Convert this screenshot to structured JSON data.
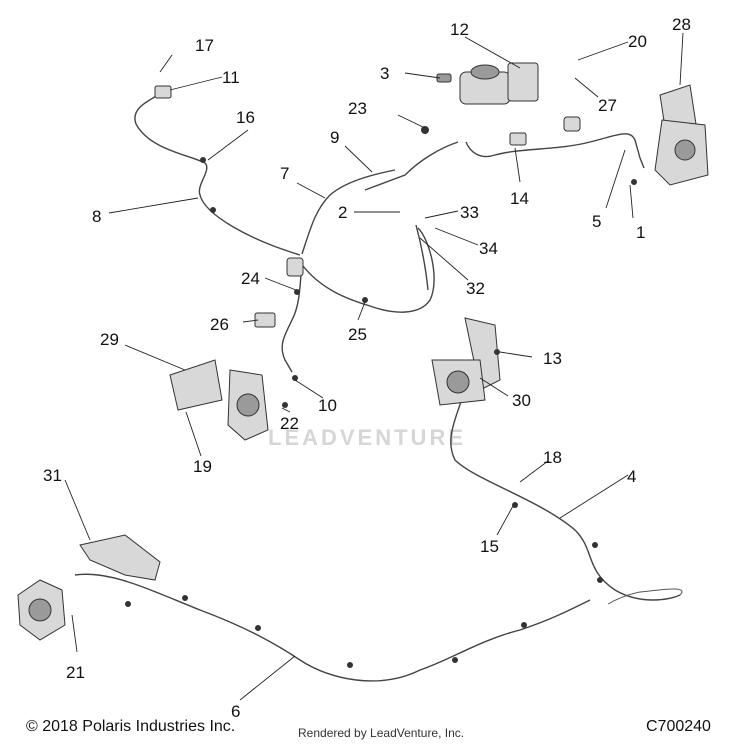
{
  "callouts": [
    "1",
    "2",
    "3",
    "4",
    "5",
    "6",
    "7",
    "8",
    "9",
    "10",
    "11",
    "12",
    "13",
    "14",
    "15",
    "16",
    "17",
    "18",
    "19",
    "20",
    "21",
    "22",
    "23",
    "24",
    "25",
    "26",
    "27",
    "28",
    "29",
    "30",
    "31",
    "32",
    "33",
    "34"
  ],
  "footer": {
    "copyright": "© 2018 Polaris Industries Inc.",
    "rendered_by": "Rendered by LeadVenture, Inc.",
    "figure_code": "C700240"
  },
  "watermark": "LEADVENTURE",
  "colors": {
    "line": "#444444",
    "part_fill": "#d8d8d8",
    "text": "#111111"
  }
}
